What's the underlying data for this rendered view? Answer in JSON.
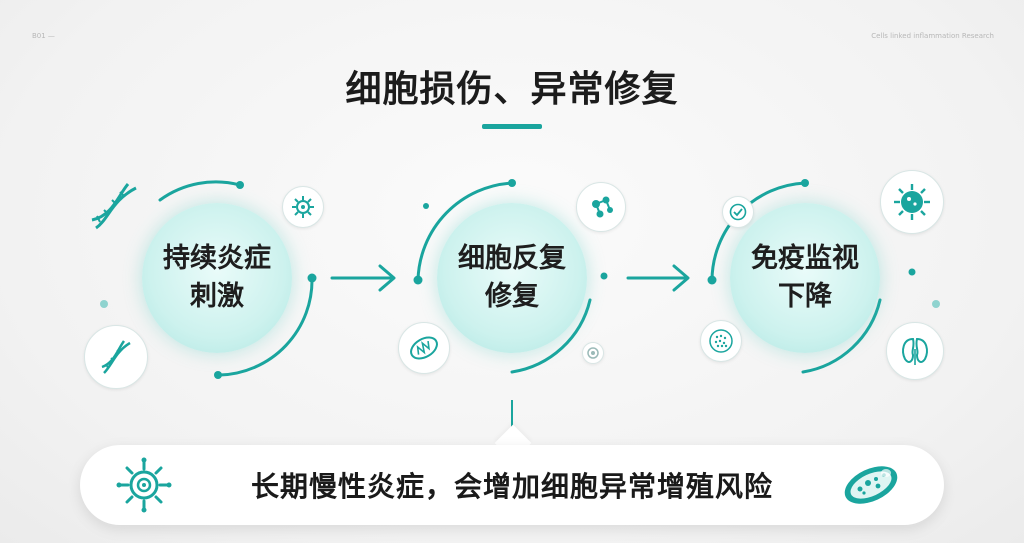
{
  "header": {
    "corner_left": "B01 —",
    "corner_right": "Cells linked inflammation Research",
    "title": "细胞损伤、异常修复"
  },
  "stages": [
    {
      "label": "持续炎症刺激"
    },
    {
      "label": "细胞反复修复"
    },
    {
      "label": "免疫监视下降"
    }
  ],
  "banner": {
    "text": "长期慢性炎症，会增加细胞异常增殖风险"
  },
  "colors": {
    "accent": "#1aa59e",
    "circle_fill": "#cdf2ee"
  },
  "icons": [
    "dna-icon",
    "virus-icon",
    "dna-icon",
    "molecule-icon",
    "mitochondria-icon",
    "cell-icon",
    "shield-icon",
    "bacteria-icon",
    "porous-cell-icon",
    "kidney-icon",
    "virus-icon",
    "bacteria-icon"
  ]
}
